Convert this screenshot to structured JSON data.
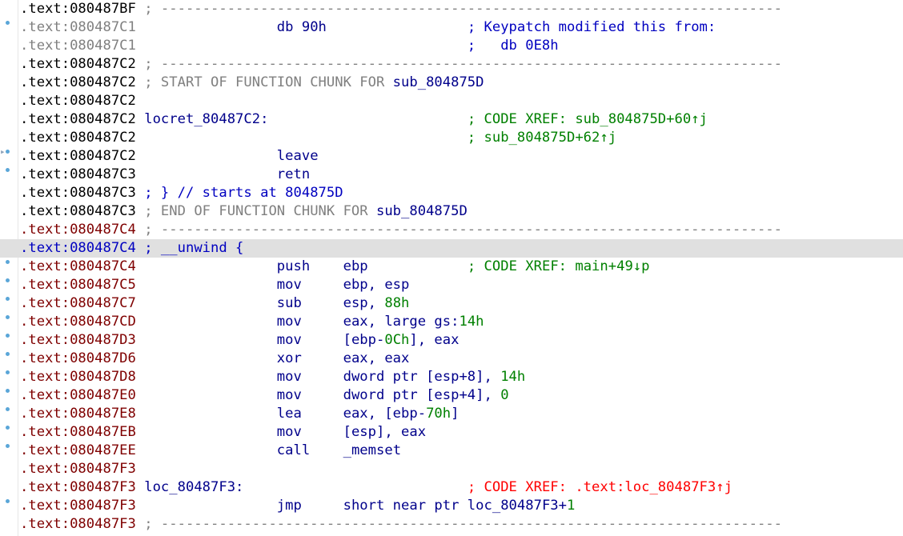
{
  "window": {
    "title": "IDA View-A"
  },
  "colors": {
    "highlight_row": "#e0e0e0",
    "address_code": "#7f0000",
    "comment_green": "#008000",
    "comment_red": "#ff0000",
    "comment_gray": "#808080"
  },
  "lines": [
    {
      "addr": ".text:080487BF",
      "addr_style": "black",
      "sep": " ; ---------------------------------------------------------------------------",
      "dot": false
    },
    {
      "addr": ".text:080487C1",
      "addr_style": "gray",
      "mn": "db 90h",
      "comment": "; Keypatch modified this from:",
      "comment_style": "blue",
      "dot": true
    },
    {
      "addr": ".text:080487C1",
      "addr_style": "gray",
      "comment": ";   db 0E8h",
      "comment_style": "blue",
      "dot": false
    },
    {
      "addr": ".text:080487C2",
      "addr_style": "black",
      "sep": " ; ---------------------------------------------------------------------------",
      "dot": false
    },
    {
      "addr": ".text:080487C2",
      "addr_style": "black",
      "note": "; START OF FUNCTION CHUNK FOR ",
      "note_target": "sub_804875D",
      "dot": false
    },
    {
      "addr": ".text:080487C2",
      "addr_style": "black",
      "dot": false
    },
    {
      "addr": ".text:080487C2",
      "addr_style": "black",
      "label": "locret_80487C2:",
      "comment": "; CODE XREF: sub_804875D+60↑j",
      "comment_style": "green",
      "dot": false
    },
    {
      "addr": ".text:080487C2",
      "addr_style": "black",
      "comment": "; sub_804875D+62↑j",
      "comment_style": "green",
      "dot": false
    },
    {
      "addr": ".text:080487C2",
      "addr_style": "black",
      "mn": "leave",
      "dot": true,
      "arrow": true
    },
    {
      "addr": ".text:080487C3",
      "addr_style": "black",
      "mn": "retn",
      "dot": true
    },
    {
      "addr": ".text:080487C3",
      "addr_style": "black",
      "blockcomment": "; } // starts at 804875D",
      "dot": false
    },
    {
      "addr": ".text:080487C3",
      "addr_style": "black",
      "note": "; END OF FUNCTION CHUNK FOR ",
      "note_target": "sub_804875D",
      "dot": false
    },
    {
      "addr": ".text:080487C4",
      "addr_style": "code",
      "sep": " ; ---------------------------------------------------------------------------",
      "dot": false
    },
    {
      "addr": ".text:080487C4",
      "addr_style": "hl",
      "blockcomment": "; __unwind {",
      "dot": false,
      "highlight": true
    },
    {
      "addr": ".text:080487C4",
      "addr_style": "code",
      "mn": "push",
      "ops": "ebp",
      "comment": "; CODE XREF: main+49↓p",
      "comment_style": "green",
      "dot": true
    },
    {
      "addr": ".text:080487C5",
      "addr_style": "code",
      "mn": "mov",
      "ops": "ebp, esp",
      "dot": true
    },
    {
      "addr": ".text:080487C7",
      "addr_style": "code",
      "mn": "sub",
      "ops": "esp, ",
      "ops_num": "88h",
      "dot": true
    },
    {
      "addr": ".text:080487CD",
      "addr_style": "code",
      "mn": "mov",
      "ops": "eax, large gs:",
      "ops_num": "14h",
      "dot": true
    },
    {
      "addr": ".text:080487D3",
      "addr_style": "code",
      "mn": "mov",
      "ops": "[ebp-",
      "ops_num": "0Ch",
      "ops_tail": "], eax",
      "dot": true
    },
    {
      "addr": ".text:080487D6",
      "addr_style": "code",
      "mn": "xor",
      "ops": "eax, eax",
      "dot": true
    },
    {
      "addr": ".text:080487D8",
      "addr_style": "code",
      "mn": "mov",
      "ops": "dword ptr [esp+8], ",
      "ops_num": "14h",
      "dot": true
    },
    {
      "addr": ".text:080487E0",
      "addr_style": "code",
      "mn": "mov",
      "ops": "dword ptr [esp+4], ",
      "ops_num": "0",
      "dot": true
    },
    {
      "addr": ".text:080487E8",
      "addr_style": "code",
      "mn": "lea",
      "ops": "eax, [ebp-",
      "ops_num": "70h",
      "ops_tail": "]",
      "dot": true
    },
    {
      "addr": ".text:080487EB",
      "addr_style": "code",
      "mn": "mov",
      "ops": "[esp], eax",
      "dot": true
    },
    {
      "addr": ".text:080487EE",
      "addr_style": "code",
      "mn": "call",
      "ops": "_memset",
      "dot": true
    },
    {
      "addr": ".text:080487F3",
      "addr_style": "code",
      "dot": false
    },
    {
      "addr": ".text:080487F3",
      "addr_style": "code",
      "label": "loc_80487F3:",
      "comment": "; CODE XREF: .text:loc_80487F3↑j",
      "comment_style": "red",
      "dot": false
    },
    {
      "addr": ".text:080487F3",
      "addr_style": "code",
      "mn": "jmp",
      "ops": "short near ptr loc_80487F3+",
      "ops_num": "1",
      "dot": true
    },
    {
      "addr": ".text:080487F3",
      "addr_style": "code",
      "sep": " ; ---------------------------------------------------------------------------",
      "dot": false
    }
  ]
}
